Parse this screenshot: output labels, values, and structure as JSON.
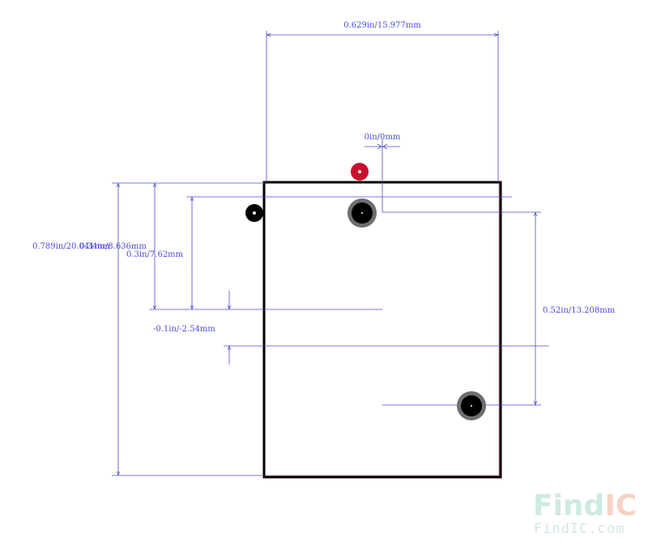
{
  "dimensions": {
    "width_top": "0.629in/15.977mm",
    "pin_offset_x": "0in/0mm",
    "height_total": "0.789in/20.041mm",
    "offset_top": "0.34in/8.636mm",
    "offset_mid": "0.3in/7.62mm",
    "offset_neg": "-0.1in/-2.54mm",
    "pin_span": "0.52in/13.208mm"
  },
  "watermark": {
    "find": "Find",
    "ic": "IC",
    "url": "FindIC.com"
  },
  "colors": {
    "dimension": "#4a4adf",
    "outline": "#000000",
    "pin1_marker": "#c8102e",
    "pad_ring": "#6e6e6e",
    "watermark_find": "#cfe9e3",
    "watermark_ic": "#f6d2c6"
  }
}
